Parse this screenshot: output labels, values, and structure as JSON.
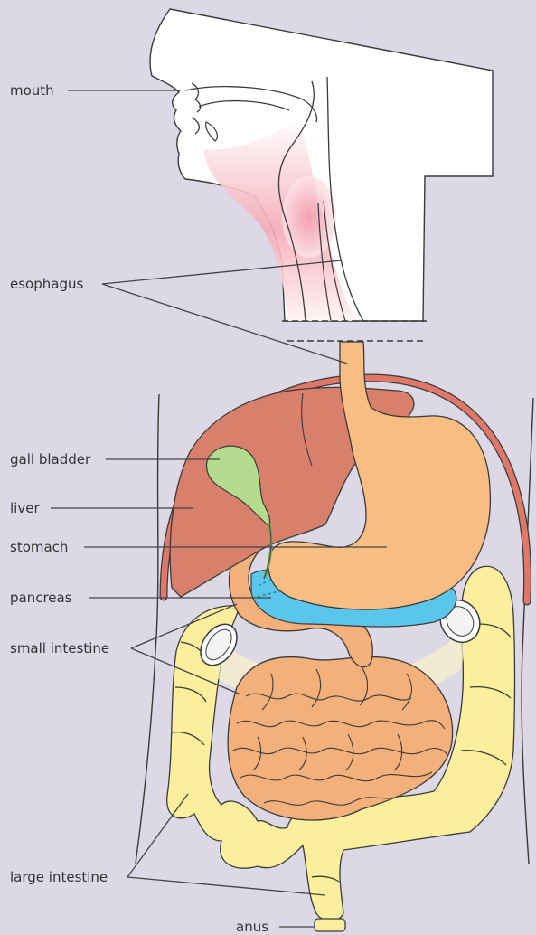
{
  "colors": {
    "background": "#dcd8e6",
    "outline": "#3a3a3a",
    "head": "#ffffff",
    "throat_pink": "#f5a9b5",
    "esophagus_stomach": "#f8bd82",
    "liver": "#d9806c",
    "gall_bladder": "#b5dc8e",
    "pancreas": "#5bc6ec",
    "small_intestine": "#f3b07b",
    "large_intestine": "#fbee9c",
    "diaphragm": "#e0786a",
    "leader": "#444444"
  },
  "labels": {
    "mouth": "mouth",
    "esophagus": "esophagus",
    "gall_bladder": "gall bladder",
    "liver": "liver",
    "stomach": "stomach",
    "pancreas": "pancreas",
    "small_intestine": "small intestine",
    "large_intestine": "large intestine",
    "anus": "anus"
  }
}
